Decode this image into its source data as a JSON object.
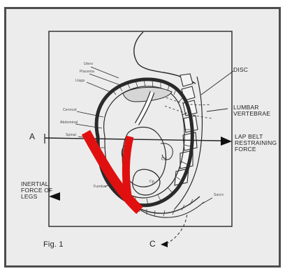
{
  "figure": {
    "caption": "Fig. 1",
    "label_a": "A",
    "label_c": "C",
    "disc": "DISC",
    "lumbar_line1": "LUMBAR",
    "lumbar_line2": "VERTEBRAE",
    "belt_line1": "LAP BELT",
    "belt_line2": "RESTRAINING",
    "belt_line3": "FORCE",
    "inertial_line1": "INERTIAL",
    "inertial_line2": "FORCE OF",
    "inertial_line3": "LEGS",
    "uterus": "Utero",
    "placenta": "Placenta",
    "small_1": "Llaga",
    "small_2": "Cervical",
    "small_3": "Abdominal",
    "small_4": "Spinal",
    "small_5": "Fundus",
    "small_6": "Sacro"
  },
  "colors": {
    "frame_border": "#4d4d4d",
    "frame_fill": "#ececec",
    "drawing_ink": "#2a2a2a",
    "highlight_red": "#e01010"
  }
}
